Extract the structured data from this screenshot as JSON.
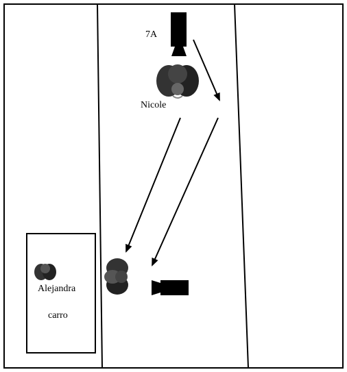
{
  "diagram": {
    "labels": {
      "camera_setup": "7A",
      "person_top": "Nicole",
      "person_car": "Alejandra",
      "car": "carro"
    },
    "icons": {
      "camera_top": "video-camera-icon",
      "camera_bottom": "video-camera-icon",
      "person_top": "person-head-icon",
      "person_bottom": "person-head-icon",
      "person_car": "person-head-icon"
    },
    "colors": {
      "ink": "#000000",
      "shade_dark": "#222222",
      "shade_mid": "#4a4a4a"
    }
  }
}
